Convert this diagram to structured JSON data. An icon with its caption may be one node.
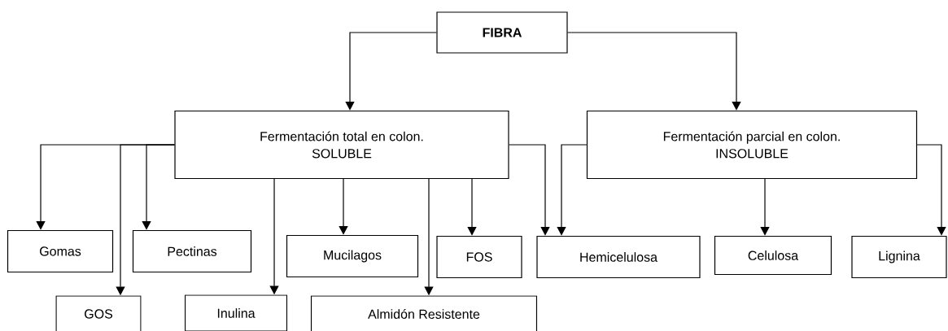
{
  "diagram": {
    "nodes": [
      {
        "text": [
          "FIBRA"
        ]
      },
      {
        "text": [
          "Fermentación total en colon.",
          "SOLUBLE"
        ]
      },
      {
        "text": [
          "Fermentación parcial en colon.",
          "INSOLUBLE"
        ]
      },
      {
        "text": [
          "Gomas"
        ]
      },
      {
        "text": [
          "Pectinas"
        ]
      },
      {
        "text": [
          "Mucilagos"
        ]
      },
      {
        "text": [
          "FOS"
        ]
      },
      {
        "text": [
          "Hemicelulosa"
        ]
      },
      {
        "text": [
          "Celulosa"
        ]
      },
      {
        "text": [
          "Lignina"
        ]
      },
      {
        "text": [
          "GOS"
        ]
      },
      {
        "text": [
          "Inulina"
        ]
      },
      {
        "text": [
          "Almidón Resistente"
        ]
      }
    ],
    "edges": [
      {
        "from": 0,
        "to": 1,
        "arrow": "to"
      },
      {
        "from": 0,
        "to": 2,
        "arrow": "to"
      },
      {
        "from": 1,
        "to": 3,
        "arrow": "to"
      },
      {
        "from": 1,
        "to": 10,
        "arrow": "to"
      },
      {
        "from": 1,
        "to": 4,
        "arrow": "to"
      },
      {
        "from": 1,
        "to": 11,
        "arrow": "to"
      },
      {
        "from": 1,
        "to": 5,
        "arrow": "to"
      },
      {
        "from": 1,
        "to": 12,
        "arrow": "to"
      },
      {
        "from": 1,
        "to": 6,
        "arrow": "to"
      },
      {
        "from": 1,
        "to": 7,
        "arrow": "to"
      },
      {
        "from": 2,
        "to": 7,
        "arrow": "to"
      },
      {
        "from": 2,
        "to": 8,
        "arrow": "to"
      },
      {
        "from": 2,
        "to": 9,
        "arrow": "to"
      }
    ]
  }
}
